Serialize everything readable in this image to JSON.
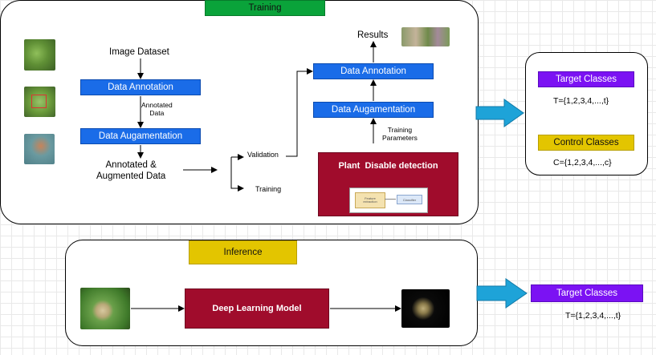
{
  "training": {
    "label": "Training",
    "image_dataset": "Image Dataset",
    "data_annotation_left": "Data Annotation",
    "annotated_data_label": "Annotated\nData",
    "data_augmentation_left": "Data Augamentation",
    "annotated_augmented_label": "Annotated &\nAugmented Data",
    "validation_label": "Validation",
    "training_label": "Training",
    "results_label": "Results",
    "data_annotation_right": "Data Annotation",
    "data_augmentation_right": "Data Augamentation",
    "training_parameters_label": "Training\nParameters",
    "model_box_label": "Plant  Disable detection",
    "mini_left_label": "Feature\nextraction",
    "mini_right_label": "Classifier"
  },
  "classes_panel": {
    "target_button": "Target Classes",
    "target_formula": "T={1,2,3,4,...,t}",
    "control_button": "Control Classes",
    "control_formula": "C={1,2,3,4,...,c}"
  },
  "inference": {
    "label": "Inference",
    "model_label": "Deep Learning Model",
    "target_button": "Target Classes",
    "target_formula": "T={1,2,3,4,...,t}"
  },
  "colors": {
    "blue_box": "#1a6ce8",
    "green_header": "#0aa33a",
    "yellow_header": "#e3c500",
    "purple_box": "#7b12f3",
    "red_box": "#a00c2c",
    "cyan_arrow": "#1ea3d8"
  }
}
